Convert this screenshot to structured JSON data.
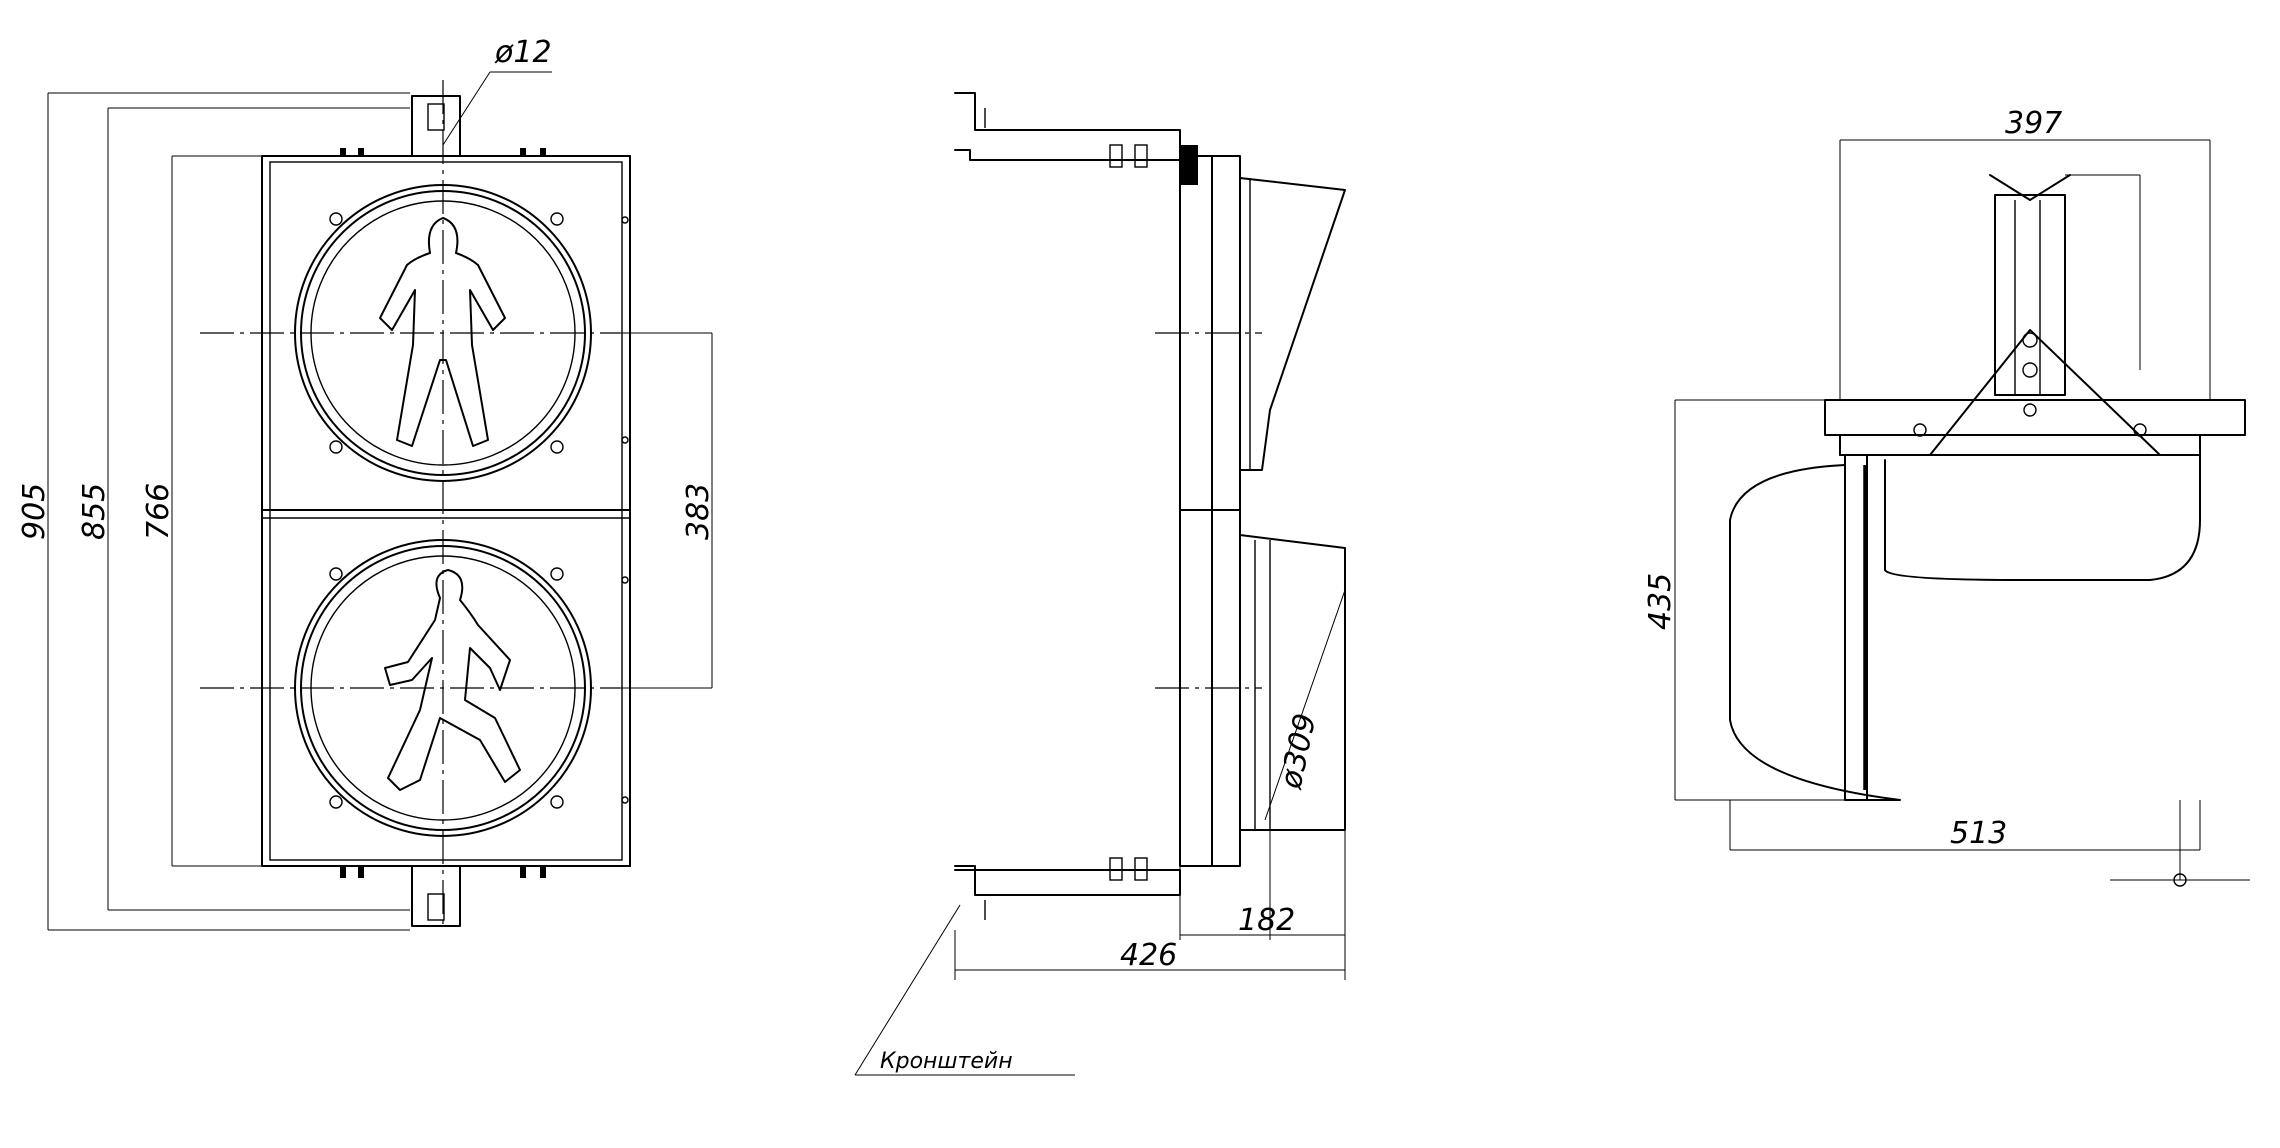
{
  "dimensions": {
    "hole_diameter": "ø12",
    "overall_height": "905",
    "height_855": "855",
    "housing_height": "766",
    "section_spacing": "383",
    "lens_diameter": "ø309",
    "visor_depth": "182",
    "total_depth": "426",
    "top_width": "397",
    "side_height": "435",
    "bottom_width": "513"
  },
  "labels": {
    "bracket": "Кронштейн"
  }
}
